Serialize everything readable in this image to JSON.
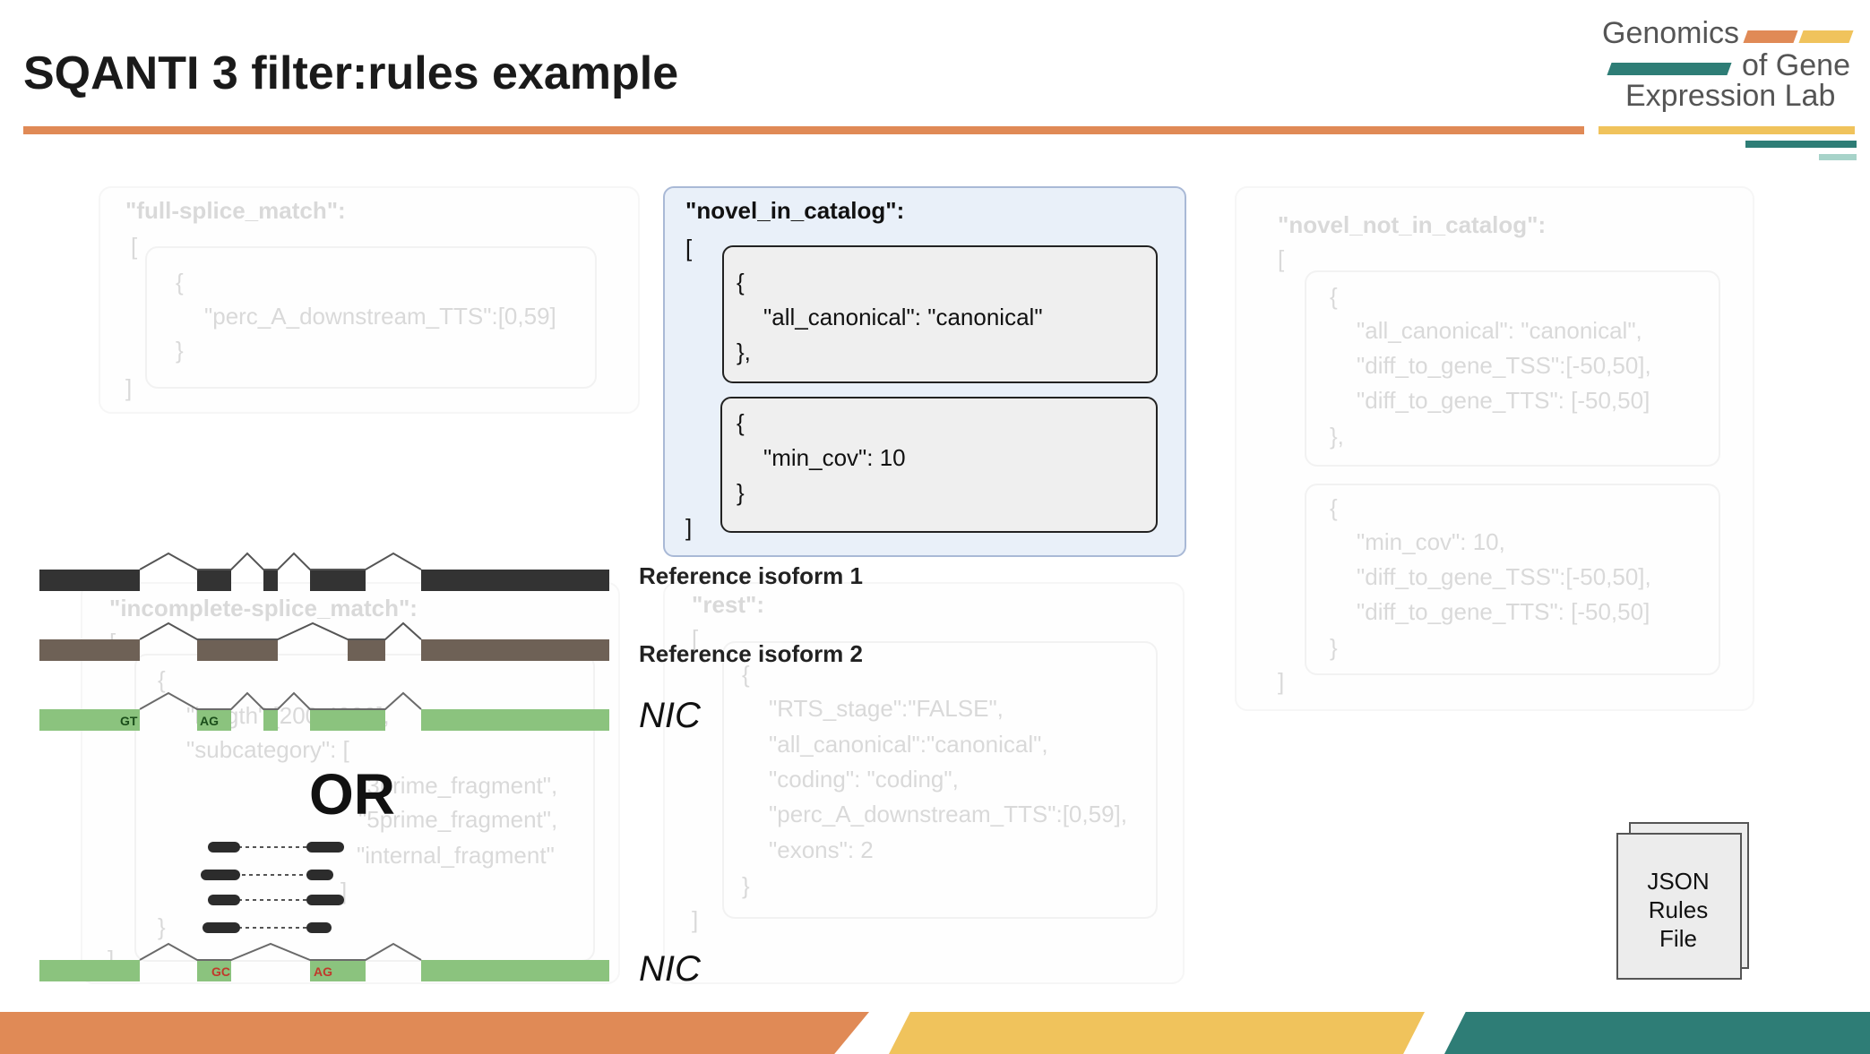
{
  "slide": {
    "title": "SQANTI 3 filter:rules example"
  },
  "logo": {
    "line1": "Genomics",
    "line2": "of Gene",
    "line3": "Expression Lab",
    "colors": {
      "orange": "#e08a56",
      "yellow": "#f0c35c",
      "teal": "#2e7d76",
      "light_teal": "#a7d3c9"
    }
  },
  "faded_panels": {
    "fsm": {
      "key": "\"full-splice_match\":",
      "open": "[",
      "close": "]",
      "rule": {
        "open": "{",
        "line1": "\"perc_A_downstream_TTS\":[0,59]",
        "close": "}"
      }
    },
    "nnc": {
      "key": "\"novel_not_in_catalog\":",
      "open": "[",
      "close": "]",
      "rule1": {
        "open": "{",
        "line1": "\"all_canonical\": \"canonical\",",
        "line2": "\"diff_to_gene_TSS\":[-50,50],",
        "line3": "\"diff_to_gene_TTS\": [-50,50]",
        "close": "},"
      },
      "rule2": {
        "open": "{",
        "line1": "\"min_cov\": 10,",
        "line2": "\"diff_to_gene_TSS\":[-50,50],",
        "line3": "\"diff_to_gene_TTS\": [-50,50]",
        "close": "}"
      }
    },
    "ism": {
      "key": "\"incomplete-splice_match\":",
      "open": "[",
      "close": "]",
      "rule": {
        "open": "{",
        "line1": "\"length\":[200,4000],",
        "line2": "\"subcategory\": [",
        "line3": "\"3prime_fragment\",",
        "line4": "\"5prime_fragment\",",
        "line5": "\"internal_fragment\"",
        "line6": "]",
        "close": "}"
      }
    },
    "rest": {
      "key": "\"rest\":",
      "open": "[",
      "close": "]",
      "rule": {
        "open": "{",
        "line1": "\"RTS_stage\":\"FALSE\",",
        "line2": "\"all_canonical\":\"canonical\",",
        "line3": "\"coding\": \"coding\",",
        "line4": "\"perc_A_downstream_TTS\":[0,59],",
        "line5": "\"exons\": 2",
        "close": "}"
      }
    }
  },
  "nic_panel": {
    "key": "\"novel_in_catalog\":",
    "open": "[",
    "close": "]",
    "rule1": {
      "open": "{",
      "line1": "\"all_canonical\": \"canonical\"",
      "close": "},"
    },
    "rule2": {
      "open": "{",
      "line1": "\"min_cov\": 10",
      "close": "}"
    }
  },
  "isoforms": {
    "ref1_label": "Reference isoform 1",
    "ref2_label": "Reference isoform 2",
    "nic1_label": "NIC",
    "nic2_label": "NIC",
    "or_label": "OR",
    "splice_gt": "GT",
    "splice_ag_1": "AG",
    "splice_gc": "GC",
    "splice_ag_2": "AG",
    "colors": {
      "ref1": "#333333",
      "ref2": "#6e6156",
      "nic": "#8bc37e",
      "dark": "#2c2c2c"
    }
  },
  "json_file": {
    "line1": "JSON",
    "line2": "Rules",
    "line3": "File"
  },
  "footer": {
    "colors": {
      "orange": "#e08a56",
      "yellow": "#f0c35c",
      "teal": "#2e7d76"
    }
  }
}
